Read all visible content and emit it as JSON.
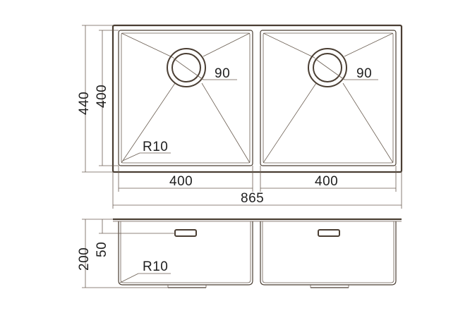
{
  "top_view": {
    "overall_height_label": "440",
    "bowl_height_label": "400",
    "left_bowl_width_label": "400",
    "right_bowl_width_label": "400",
    "overall_width_label": "865",
    "left_drain_diameter_label": "90",
    "right_drain_diameter_label": "90",
    "corner_radius_label": "R10"
  },
  "side_view": {
    "overall_depth_label": "200",
    "overflow_offset_label": "50",
    "corner_radius_label": "R10"
  }
}
